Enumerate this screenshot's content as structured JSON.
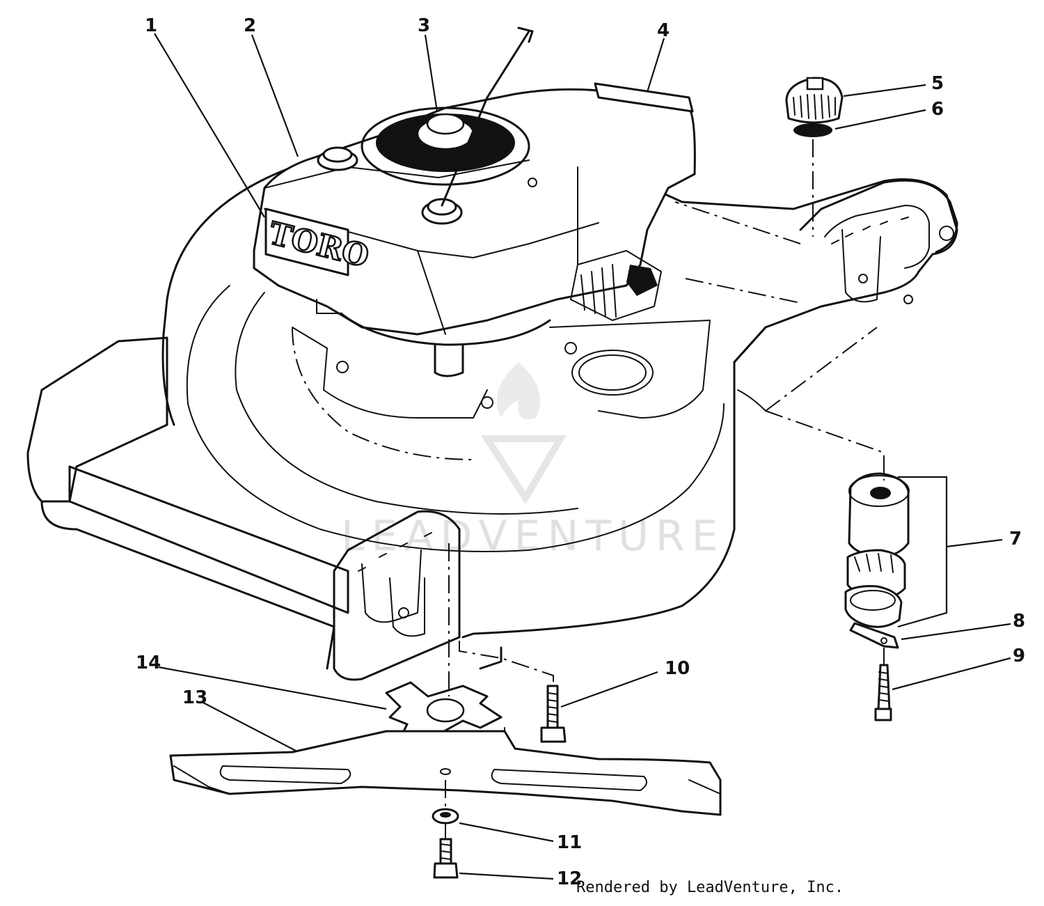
{
  "callouts": [
    "1",
    "2",
    "3",
    "4",
    "5",
    "6",
    "7",
    "8",
    "9",
    "10",
    "11",
    "12",
    "13",
    "14"
  ],
  "engine_brand": "TORO",
  "watermark": "LEADVENTURE",
  "credit": "Rendered by LeadVenture, Inc."
}
